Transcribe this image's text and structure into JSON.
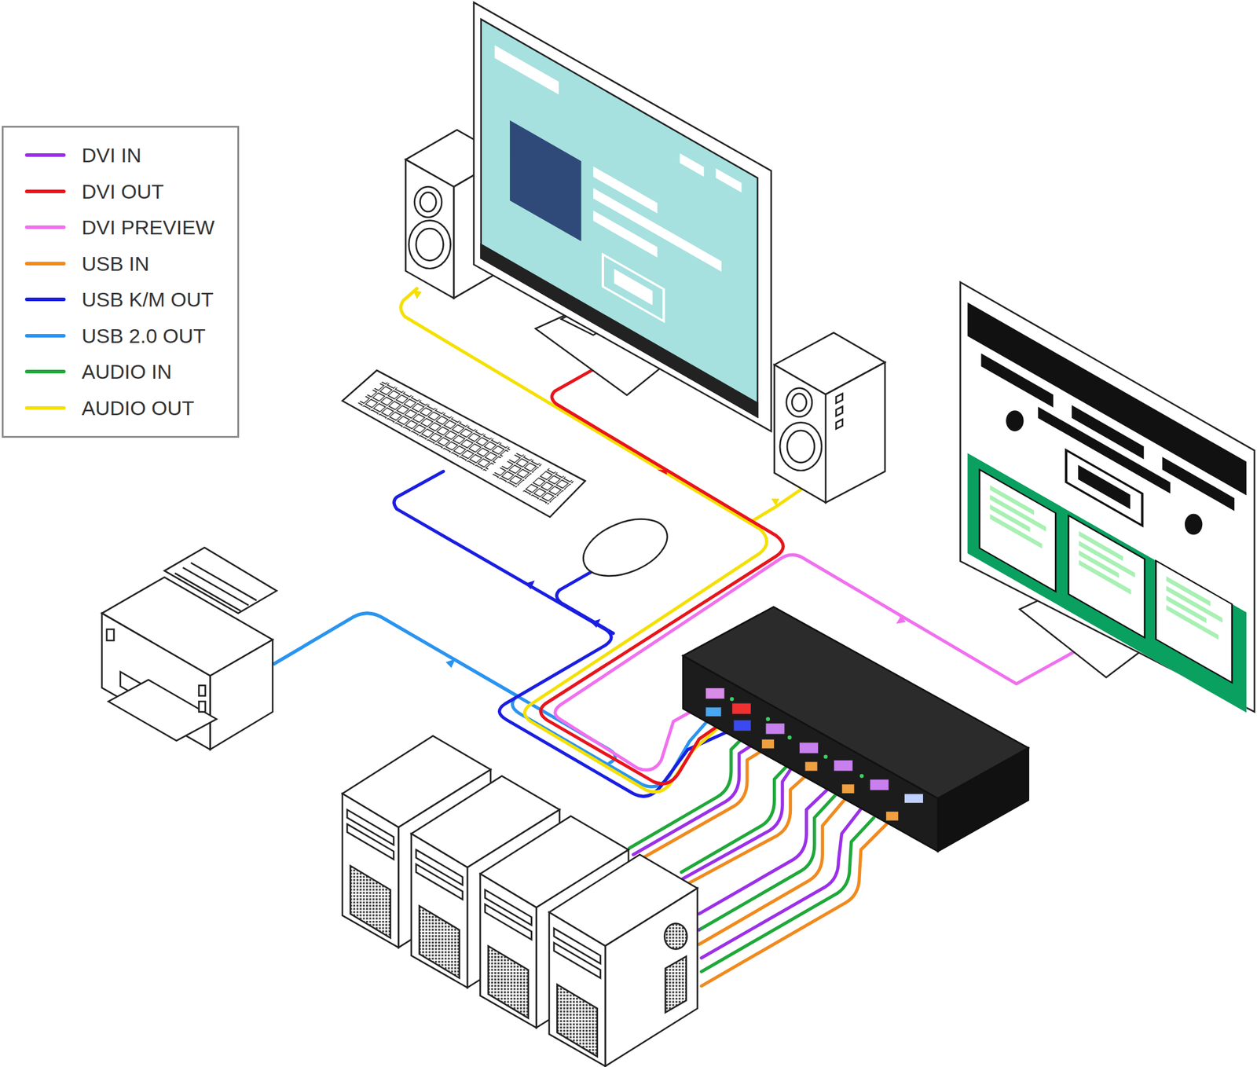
{
  "diagram": {
    "legend": [
      {
        "text": "DVI IN",
        "color": "#9b30e8"
      },
      {
        "text": "DVI OUT",
        "color": "#e8141c"
      },
      {
        "text": "DVI PREVIEW",
        "color": "#f070ee"
      },
      {
        "text": "USB IN",
        "color": "#f08a1e"
      },
      {
        "text": "USB K/M OUT",
        "color": "#1a1ee0"
      },
      {
        "text": "USB 2.0 OUT",
        "color": "#2a94f0"
      },
      {
        "text": "AUDIO IN",
        "color": "#1fa83a"
      },
      {
        "text": "AUDIO OUT",
        "color": "#f5e000"
      }
    ]
  }
}
